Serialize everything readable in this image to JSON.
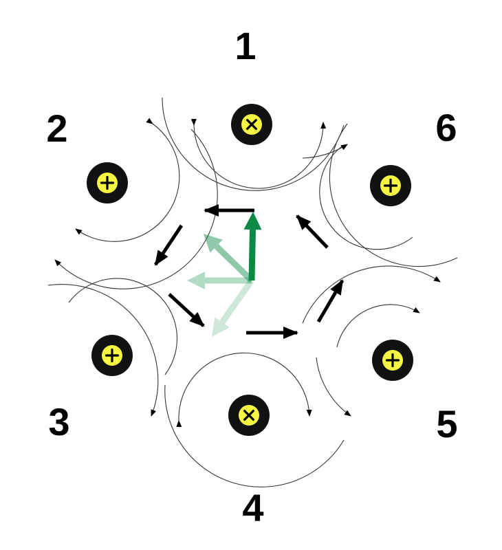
{
  "slot_labels": [
    "1",
    "2",
    "3",
    "4",
    "5",
    "6"
  ],
  "conductors": [
    {
      "slot": "1",
      "symbol": "cross"
    },
    {
      "slot": "2",
      "symbol": "plus"
    },
    {
      "slot": "3",
      "symbol": "plus"
    },
    {
      "slot": "4",
      "symbol": "cross"
    },
    {
      "slot": "5",
      "symbol": "plus"
    },
    {
      "slot": "6",
      "symbol": "plus"
    }
  ],
  "colors": {
    "conductor_ring": "#111111",
    "conductor_fill": "#f5f542",
    "field_line": "#333333",
    "field_vector": "#000000",
    "resultant": "#0a8a45"
  },
  "resultant_vector_history_opacity": [
    0.2,
    0.3,
    0.45,
    1.0
  ]
}
